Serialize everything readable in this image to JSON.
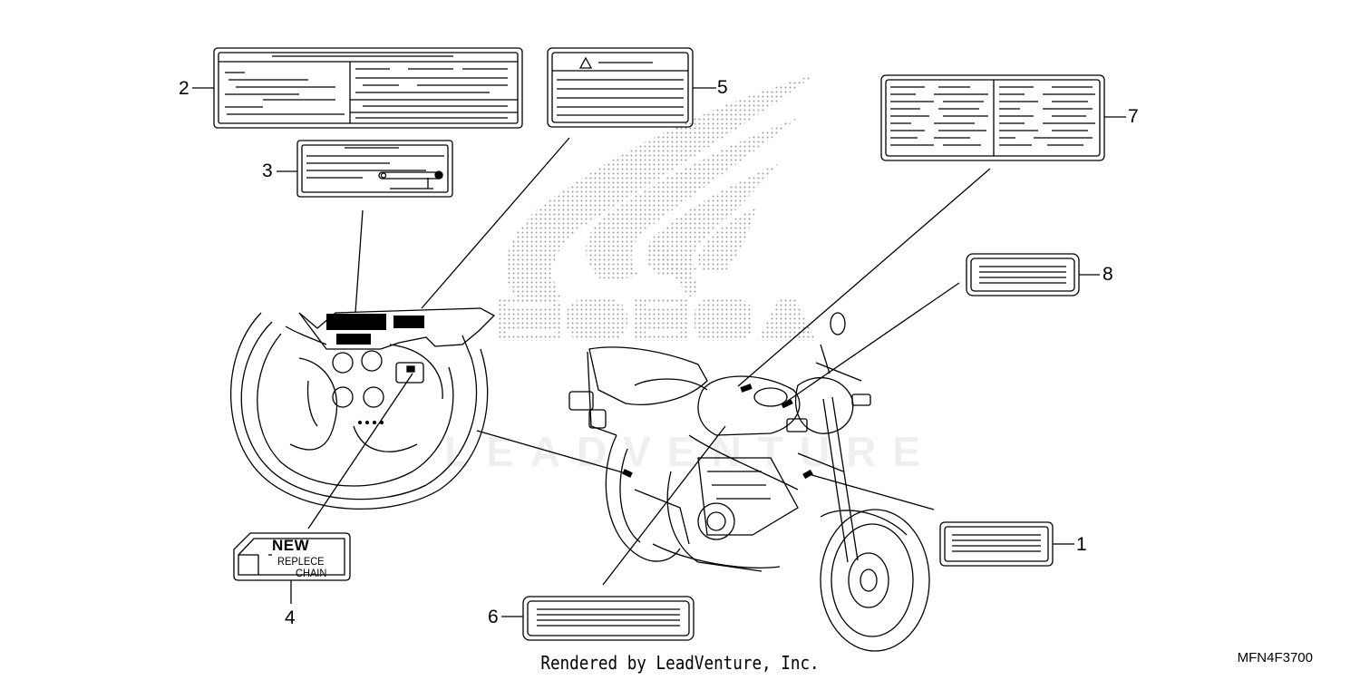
{
  "callouts": {
    "c1": "1",
    "c2": "2",
    "c3": "3",
    "c4": "4",
    "c5": "5",
    "c6": "6",
    "c7": "7",
    "c8": "8"
  },
  "tag4": {
    "line1": "NEW",
    "line2": "REPLECE",
    "line3": "CHAIN"
  },
  "brand_logo": "HONDA",
  "watermark": "LEADVENTURE",
  "footer": "Rendered by LeadVenture, Inc.",
  "diagram_code": "MFN4F3700",
  "colors": {
    "ink": "#000000",
    "stipple": "#9a9a9a",
    "watermark": "#efefef",
    "label_fill": "#ffffff"
  }
}
